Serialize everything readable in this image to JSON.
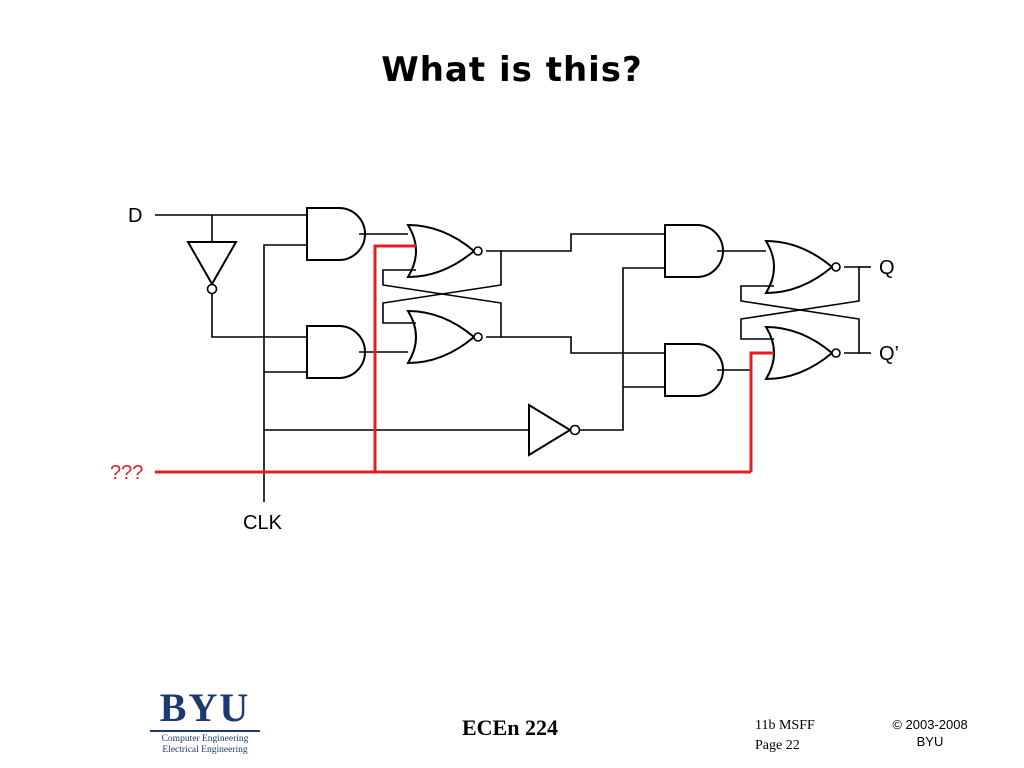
{
  "slide": {
    "title": "What is this?"
  },
  "circuit": {
    "labels": {
      "d": "D",
      "clk": "CLK",
      "q": "Q",
      "q_bar": "Q’",
      "unknown": "???"
    },
    "colors": {
      "wire": "#000000",
      "highlight": "#e02020"
    }
  },
  "footer": {
    "logo_text": "BYU",
    "logo_line1": "Computer Engineering",
    "logo_line2": "Electrical Engineering",
    "course": "ECEn 224",
    "slide_name": "11b MSFF",
    "page": "Page 22",
    "copyright_line1": "© 2003-2008",
    "copyright_line2": "BYU"
  }
}
